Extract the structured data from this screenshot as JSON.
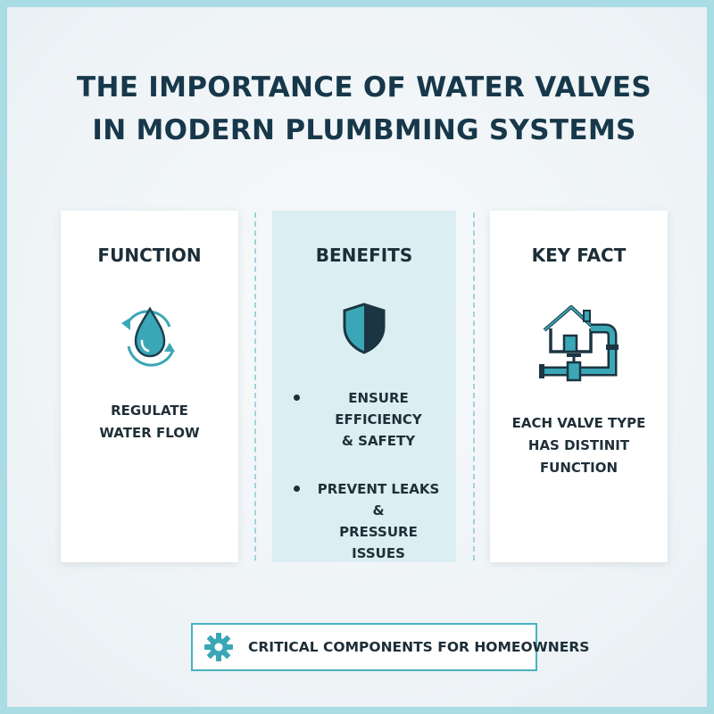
{
  "title": {
    "line1": "THE IMPORTANCE OF WATER VALVES",
    "line2": "IN MODERN PLUMBMING SYSTEMS"
  },
  "cards": {
    "function": {
      "heading": "FUNCTION",
      "icon": "water-drop-cycle-icon",
      "text_line1": "REGULATE",
      "text_line2": "WATER FLOW"
    },
    "benefits": {
      "heading": "BENEFITS",
      "icon": "shield-icon",
      "bullet1_line1": "ENSURE EFFICIENCY",
      "bullet1_line2": "& SAFETY",
      "bullet2_line1": "PREVENT LEAKS &",
      "bullet2_line2": "PRESSURE ISSUES"
    },
    "key_fact": {
      "heading": "KEY FACT",
      "icon": "house-pipe-valve-icon",
      "text_line1": "EACH VALVE TYPE",
      "text_line2": "HAS DISTINIT FUNCTION"
    }
  },
  "banner": {
    "icon": "gear-icon",
    "text": "CRITICAL COMPONENTS FOR HOMEOWNERS"
  },
  "colors": {
    "teal": "#3aa7b6",
    "dark": "#17384a",
    "frame": "#a9dce4",
    "mid_panel": "#dbeef2"
  }
}
